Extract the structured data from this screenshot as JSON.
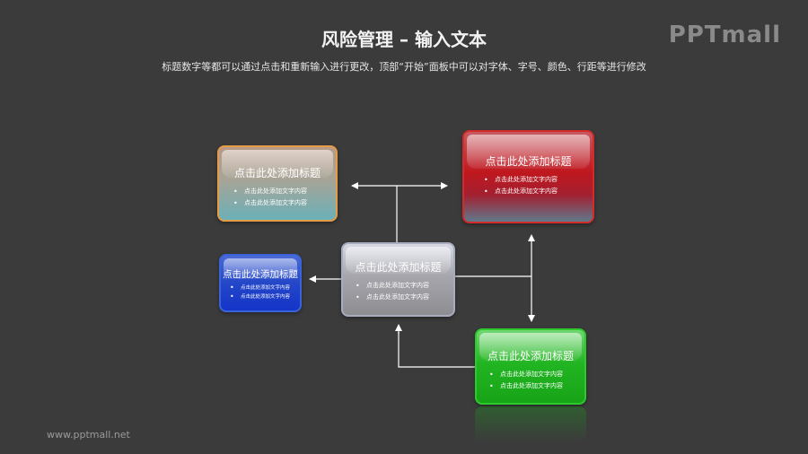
{
  "header": {
    "title": "风险管理 – 输入文本",
    "subtitle": "标题数字等都可以通过点击和重新输入进行更改，顶部“开始”面板中可以对字体、字号、颜色、行距等进行修改",
    "logo": "PPTmall"
  },
  "footer": {
    "url": "www.pptmall.net"
  },
  "diagram": {
    "boxes": [
      {
        "id": "orange",
        "title": "点击此处添加标题",
        "items": [
          "点击此处添加文字内容",
          "点击此处添加文字内容"
        ],
        "color": "#e59c47"
      },
      {
        "id": "red",
        "title": "点击此处添加标题",
        "items": [
          "点击此处添加文字内容",
          "点击此处添加文字内容"
        ],
        "color": "#d32a2a"
      },
      {
        "id": "blue",
        "title": "点击此处添加标题",
        "items": [
          "点击此处添加文字内容",
          "点击此处添加文字内容"
        ],
        "color": "#3a63d8"
      },
      {
        "id": "gray",
        "title": "点击此处添加标题",
        "items": [
          "点击此处添加文字内容",
          "点击此处添加文字内容"
        ],
        "color": "#a8acbf"
      },
      {
        "id": "green",
        "title": "点击此处添加标题",
        "items": [
          "点击此处添加文字内容",
          "点击此处添加文字内容"
        ],
        "color": "#2ec92e"
      }
    ],
    "connector_color": "#ffffff"
  }
}
